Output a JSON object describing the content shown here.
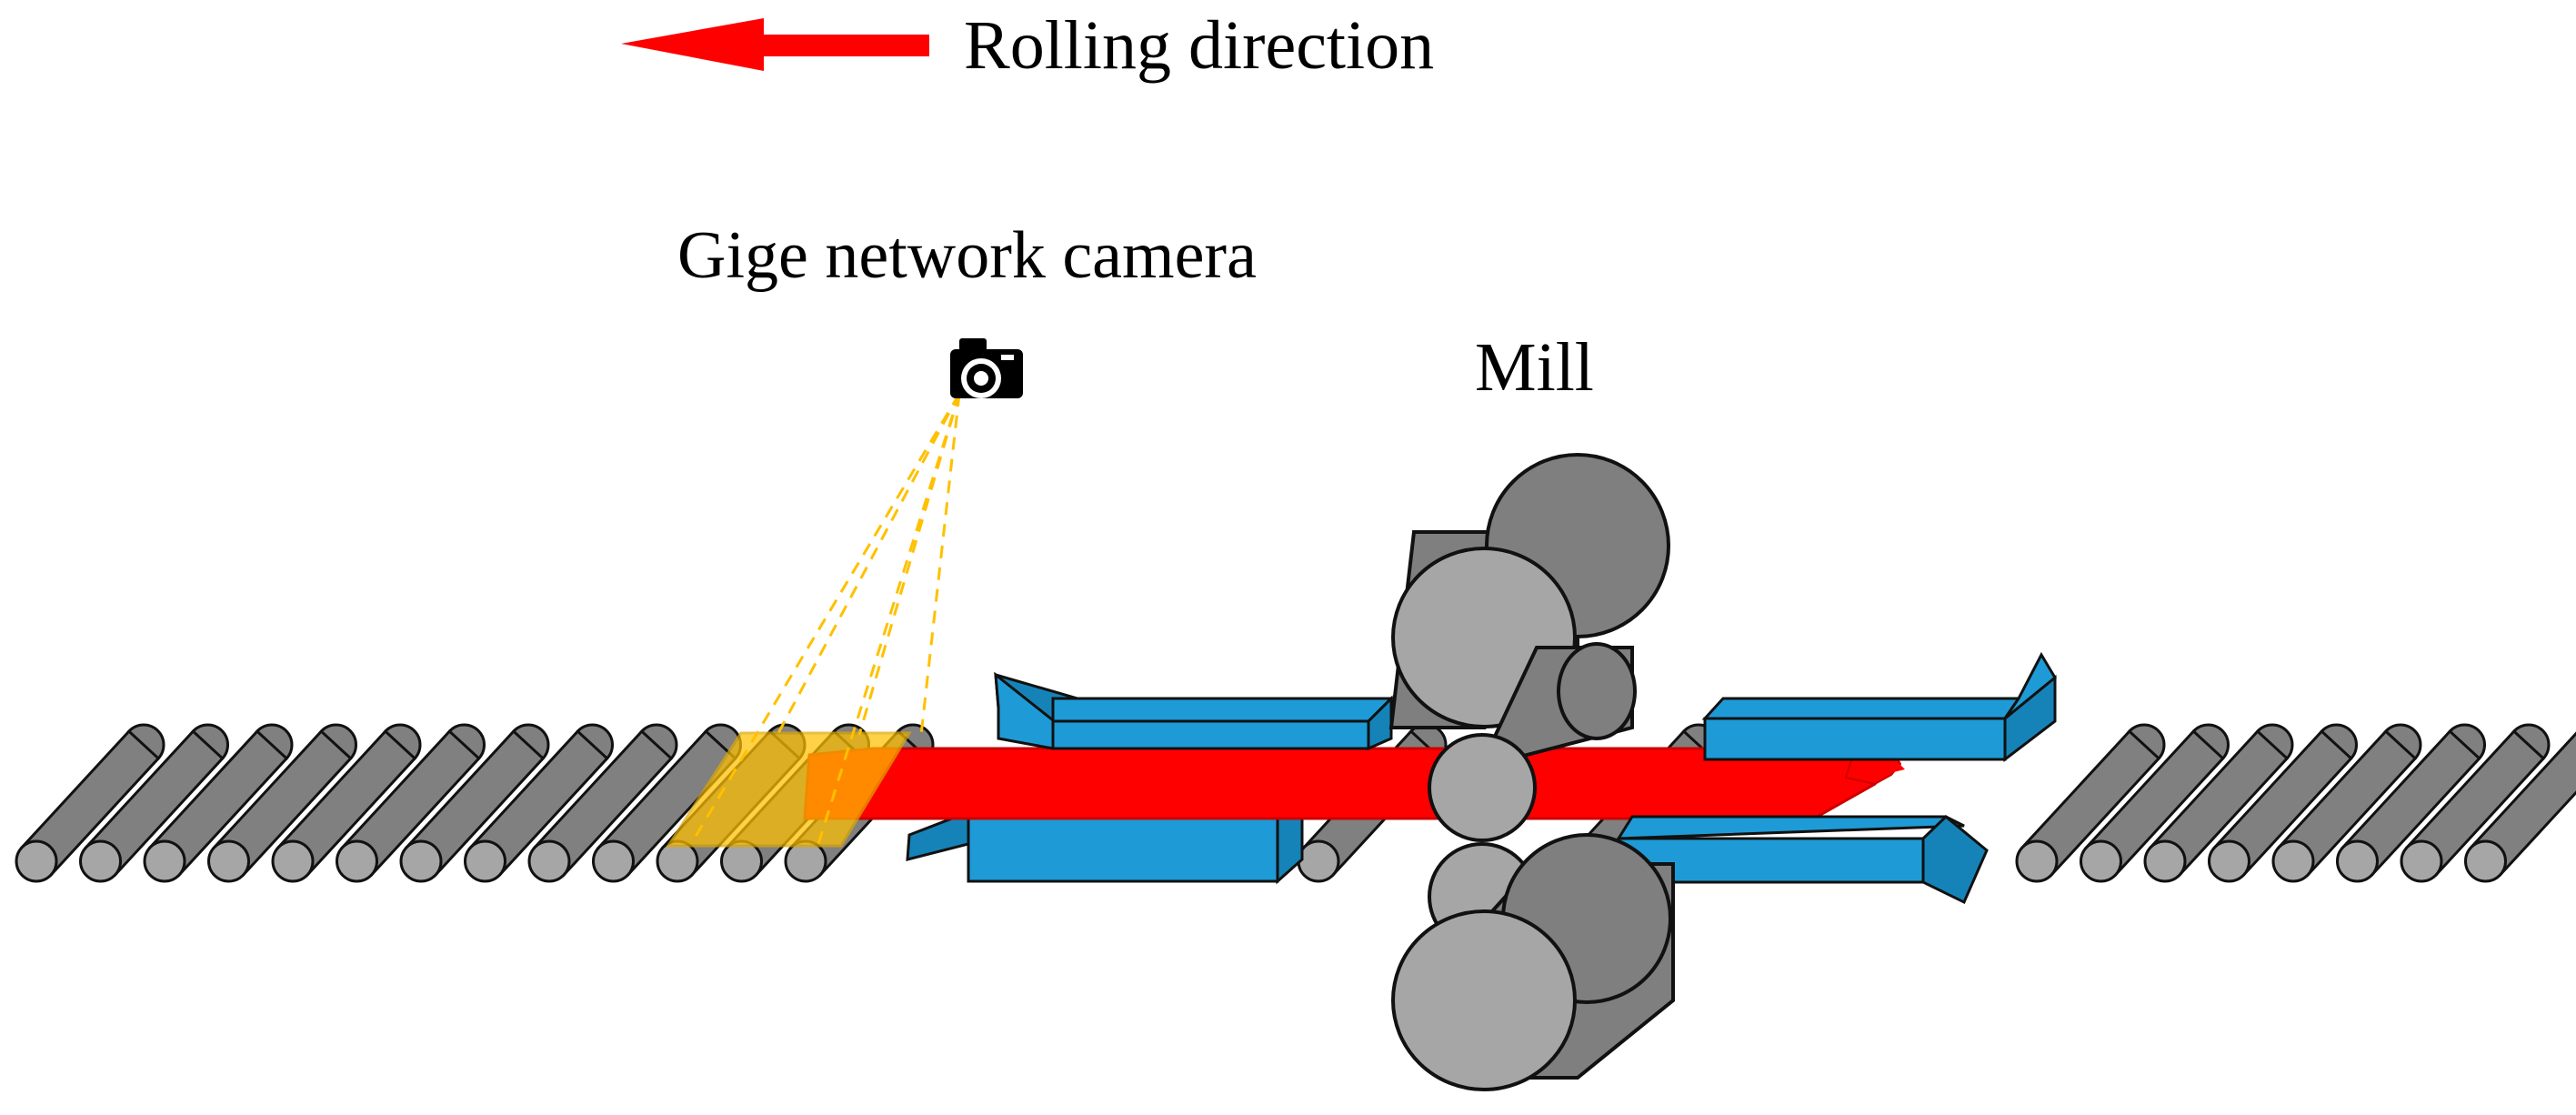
{
  "labels": {
    "rolling_direction": "Rolling direction",
    "camera": "Gige network camera",
    "mill": "Mill"
  },
  "icons": {
    "direction_arrow": "left-arrow-icon",
    "camera": "camera-icon"
  },
  "colors": {
    "direction_arrow": "#ff0000",
    "strip": "#ff0000",
    "strip_edge": "#cc0000",
    "guide": "#1e9bd7",
    "guide_dark": "#1683b8",
    "roller_end": "#a6a6a6",
    "roller_body": "#808080",
    "mill_roll_end": "#a6a6a6",
    "mill_roll_body": "#7f7f7f",
    "camera_view": "#ffc000",
    "camera_view_edge": "#e0a800",
    "camera_ray": "#ffc000",
    "outline": "#111111"
  },
  "table_rollers": {
    "left_count": 13,
    "right_count": 8
  }
}
